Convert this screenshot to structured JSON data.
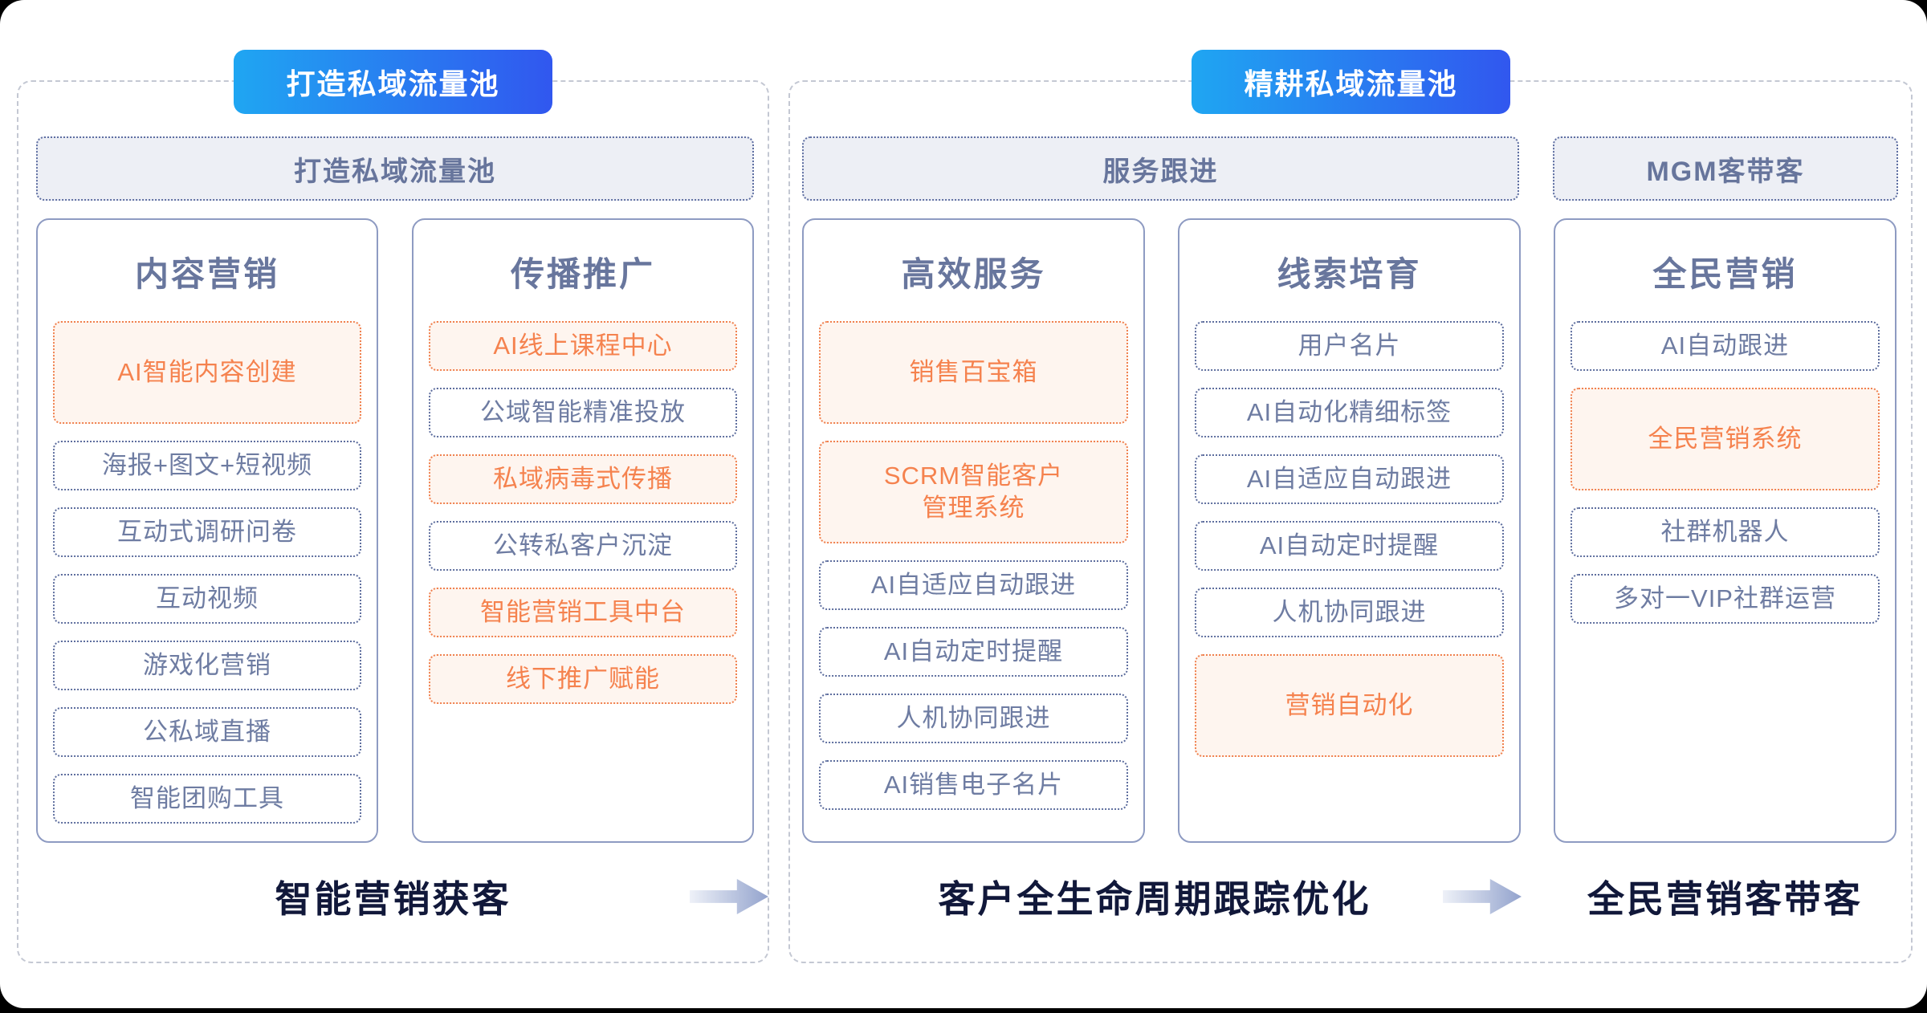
{
  "left": {
    "badge": "打造私域流量池",
    "bar": "打造私域流量池",
    "caption": "智能营销获客",
    "columns": [
      {
        "title": "内容营销",
        "items": [
          {
            "label": "AI智能内容创建",
            "accent": true,
            "tall": true
          },
          {
            "label": "海报+图文+短视频"
          },
          {
            "label": "互动式调研问卷"
          },
          {
            "label": "互动视频"
          },
          {
            "label": "游戏化营销"
          },
          {
            "label": "公私域直播"
          },
          {
            "label": "智能团购工具"
          }
        ]
      },
      {
        "title": "传播推广",
        "items": [
          {
            "label": "AI线上课程中心",
            "accent": true
          },
          {
            "label": "公域智能精准投放"
          },
          {
            "label": "私域病毒式传播",
            "accent": true
          },
          {
            "label": "公转私客户沉淀"
          },
          {
            "label": "智能营销工具中台",
            "accent": true
          },
          {
            "label": "线下推广赋能",
            "accent": true
          }
        ]
      }
    ]
  },
  "right": {
    "badge": "精耕私域流量池",
    "bars": [
      "服务跟进",
      "MGM客带客"
    ],
    "captions": [
      "客户全生命周期跟踪优化",
      "全民营销客带客"
    ],
    "columns": [
      {
        "title": "高效服务",
        "items": [
          {
            "label": "销售百宝箱",
            "accent": true,
            "tall": true
          },
          {
            "label": "SCRM智能客户管理系统",
            "lines": [
              "SCRM智能客户",
              "管理系统"
            ],
            "accent": true,
            "tall": true
          },
          {
            "label": "AI自适应自动跟进"
          },
          {
            "label": "AI自动定时提醒"
          },
          {
            "label": "人机协同跟进"
          },
          {
            "label": "AI销售电子名片"
          }
        ]
      },
      {
        "title": "线索培育",
        "items": [
          {
            "label": "用户名片"
          },
          {
            "label": "AI自动化精细标签"
          },
          {
            "label": "AI自适应自动跟进"
          },
          {
            "label": "AI自动定时提醒"
          },
          {
            "label": "人机协同跟进"
          },
          {
            "label": "营销自动化",
            "accent": true,
            "tall": true
          }
        ]
      },
      {
        "title": "全民营销",
        "items": [
          {
            "label": "AI自动跟进"
          },
          {
            "label": "全民营销系统",
            "accent": true,
            "tall": true
          },
          {
            "label": "社群机器人"
          },
          {
            "label": "多对一VIP社群运营"
          }
        ]
      }
    ]
  },
  "colors": {
    "badge_gradient_start": "#1fa6f2",
    "badge_gradient_end": "#3157ef",
    "accent_orange": "#f5824e",
    "accent_orange_bg": "#fef5ef",
    "item_grey_text": "#6e7ca2",
    "item_grey_border": "#5e6e9e",
    "column_border": "#8e9bc2",
    "bar_bg": "#edeff5",
    "panel_dash": "#c4c8d3",
    "caption_navy": "#11183a",
    "arrow_gradient_end": "#93a3cd"
  }
}
